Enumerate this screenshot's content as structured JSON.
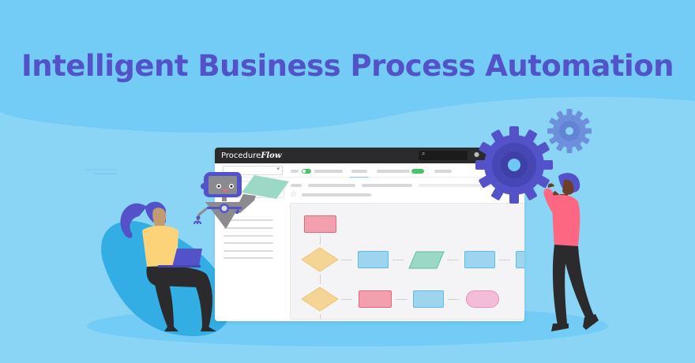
{
  "page": {
    "title": "Intelligent Business Process Automation"
  },
  "app_window": {
    "brand_prefix": "Procedure",
    "brand_suffix": "Flow",
    "search_icon": "🔍",
    "bell_icon": "🔔",
    "dropdown_caret": "▾",
    "star_icon": "☆"
  },
  "colors": {
    "background": "#8ad5f5",
    "background_dark": "#72ccf5",
    "title": "#5352c8",
    "gear_primary": "#5352c8",
    "gear_secondary": "#6e8fdc",
    "titlebar": "#2b2b2d",
    "toggle_green": "#4bc36b",
    "shape_red": "#f2a0ad",
    "shape_blue": "#9fd4ee",
    "shape_yellow": "#f4d596",
    "shape_green": "#9bd8c6",
    "shape_pink": "#f3bcd8",
    "beanbag": "#33aee4",
    "shirt_pink": "#fd6781",
    "shirt_yellow": "#fdd37a"
  },
  "flowchart": {
    "rows": [
      [
        "rect-red"
      ],
      [
        "diamond-yellow",
        "rect-blue",
        "parallelogram-green",
        "rect-blue",
        "rect-blue"
      ],
      [
        "diamond-yellow",
        "rect-red",
        "rect-blue",
        "oval-pink"
      ]
    ]
  }
}
